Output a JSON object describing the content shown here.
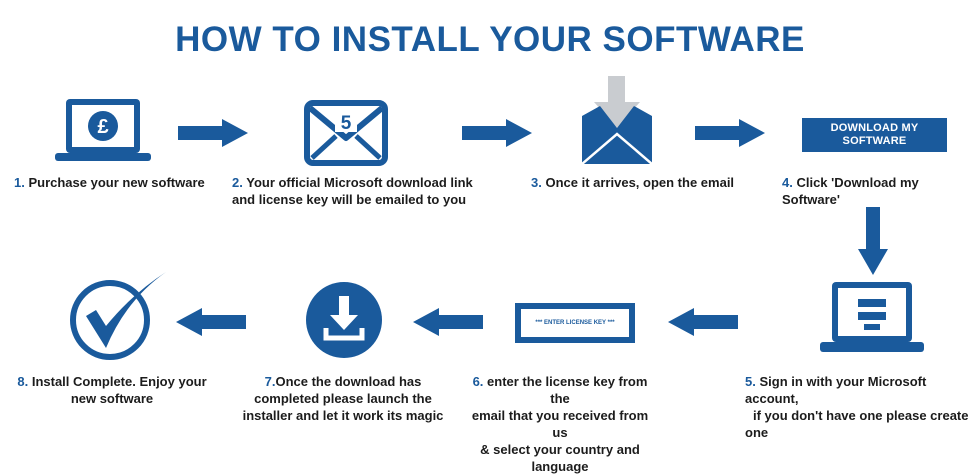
{
  "colors": {
    "brand": "#1a5a9c",
    "accent_grey": "#c9ccd0"
  },
  "title": "HOW TO INSTALL YOUR SOFTWARE",
  "icons": {
    "laptop_currency": "laptop-pound-icon",
    "envelope_badge": "envelope-5-icon",
    "envelope_open": "envelope-download-icon",
    "laptop_login": "laptop-login-icon",
    "download_circle": "download-circle-icon",
    "checkmark": "checkmark-circle-icon"
  },
  "laptop_badge": "£",
  "envelope_badge_number": "5",
  "download_button": {
    "line1": "DOWNLOAD MY",
    "line2": "SOFTWARE"
  },
  "license_field": "*** ENTER LICENSE KEY ***",
  "steps": [
    {
      "num": "1.",
      "lines": [
        "Purchase your new software"
      ]
    },
    {
      "num": "2.",
      "lines": [
        "Your official Microsoft download link",
        "and license key will be emailed to you"
      ]
    },
    {
      "num": "3.",
      "lines": [
        "Once it arrives, open the email"
      ]
    },
    {
      "num": "4.",
      "lines": [
        "Click 'Download my Software'"
      ]
    },
    {
      "num": "5.",
      "lines": [
        "Sign in with your Microsoft account,",
        "if you don't have one please create",
        "one"
      ]
    },
    {
      "num": "6.",
      "lines": [
        "enter the license key from the",
        "email that you received from us",
        "& select your country and",
        "language"
      ]
    },
    {
      "num": "7.",
      "lines": [
        "Once the download has",
        "completed please launch the",
        "installer and let it work its magic"
      ]
    },
    {
      "num": "8.",
      "lines": [
        "Install Complete. Enjoy your",
        "new software"
      ]
    }
  ]
}
